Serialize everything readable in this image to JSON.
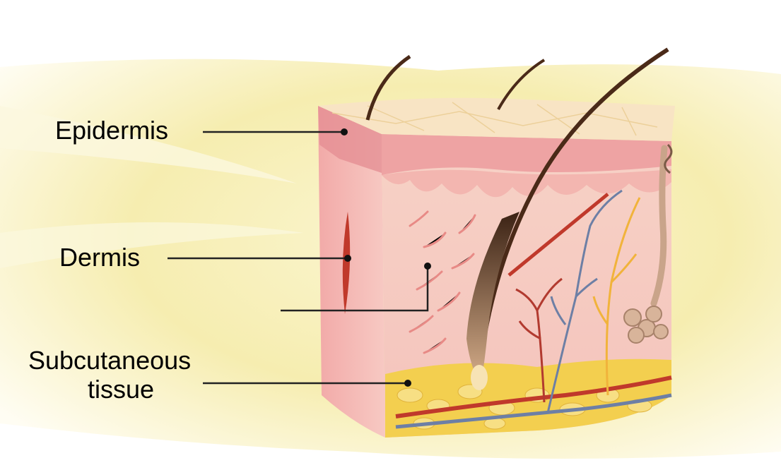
{
  "labels": {
    "epidermis": "Epidermis",
    "dermis": "Dermis",
    "subcutaneous_line1": "Subcutaneous",
    "subcutaneous_line2": "tissue"
  },
  "colors": {
    "background_glow": "#f6f0b0",
    "epidermis_surface": "#f9e6c8",
    "dermis_pink": "#f4c1bc",
    "epidermis_band": "#e99a9c",
    "fat_yellow": "#f3cf4f",
    "artery_red": "#c0392b",
    "vein_blue": "#6d7fa5",
    "nerve_yellow": "#f1b33b",
    "hair_brown": "#4a2a18",
    "sweat_gland_tan": "#c9a48a",
    "leader_line": "#222222"
  }
}
